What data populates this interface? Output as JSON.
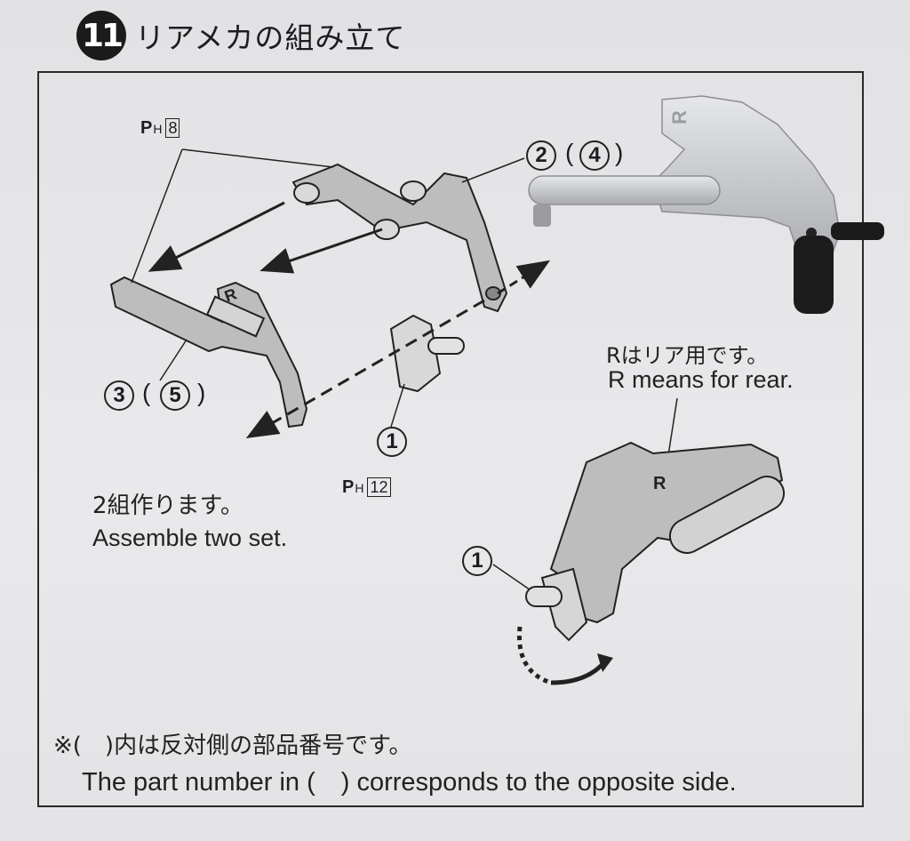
{
  "header": {
    "step_number": "11",
    "title": "リアメカの組み立て"
  },
  "part_refs": {
    "ph_top": {
      "prefix": "P",
      "sub": "H",
      "box": "8"
    },
    "ph_bottom": {
      "prefix": "P",
      "sub": "H",
      "box": "12"
    }
  },
  "callouts": {
    "part_1_left": "1",
    "part_1_right": "1",
    "part_2": "2",
    "part_4": "4",
    "part_3": "3",
    "part_5": "5",
    "paren_open": "(",
    "paren_close": ")"
  },
  "instructions": {
    "assemble_jp": "2組作ります。",
    "assemble_en": "Assemble two set.",
    "rear_jp": "Rはリア用です。",
    "rear_en": "R means for rear.",
    "note_jp": "※(　)内は反対側の部品番号です。",
    "note_en": "The part number in (　) corresponds to the opposite side."
  },
  "colors": {
    "ink": "#222222",
    "part_gray": "#b3b3b3",
    "part_dark": "#6e6e6e",
    "photo_silver": "#c9cbcf",
    "photo_black": "#1a1a1a"
  }
}
